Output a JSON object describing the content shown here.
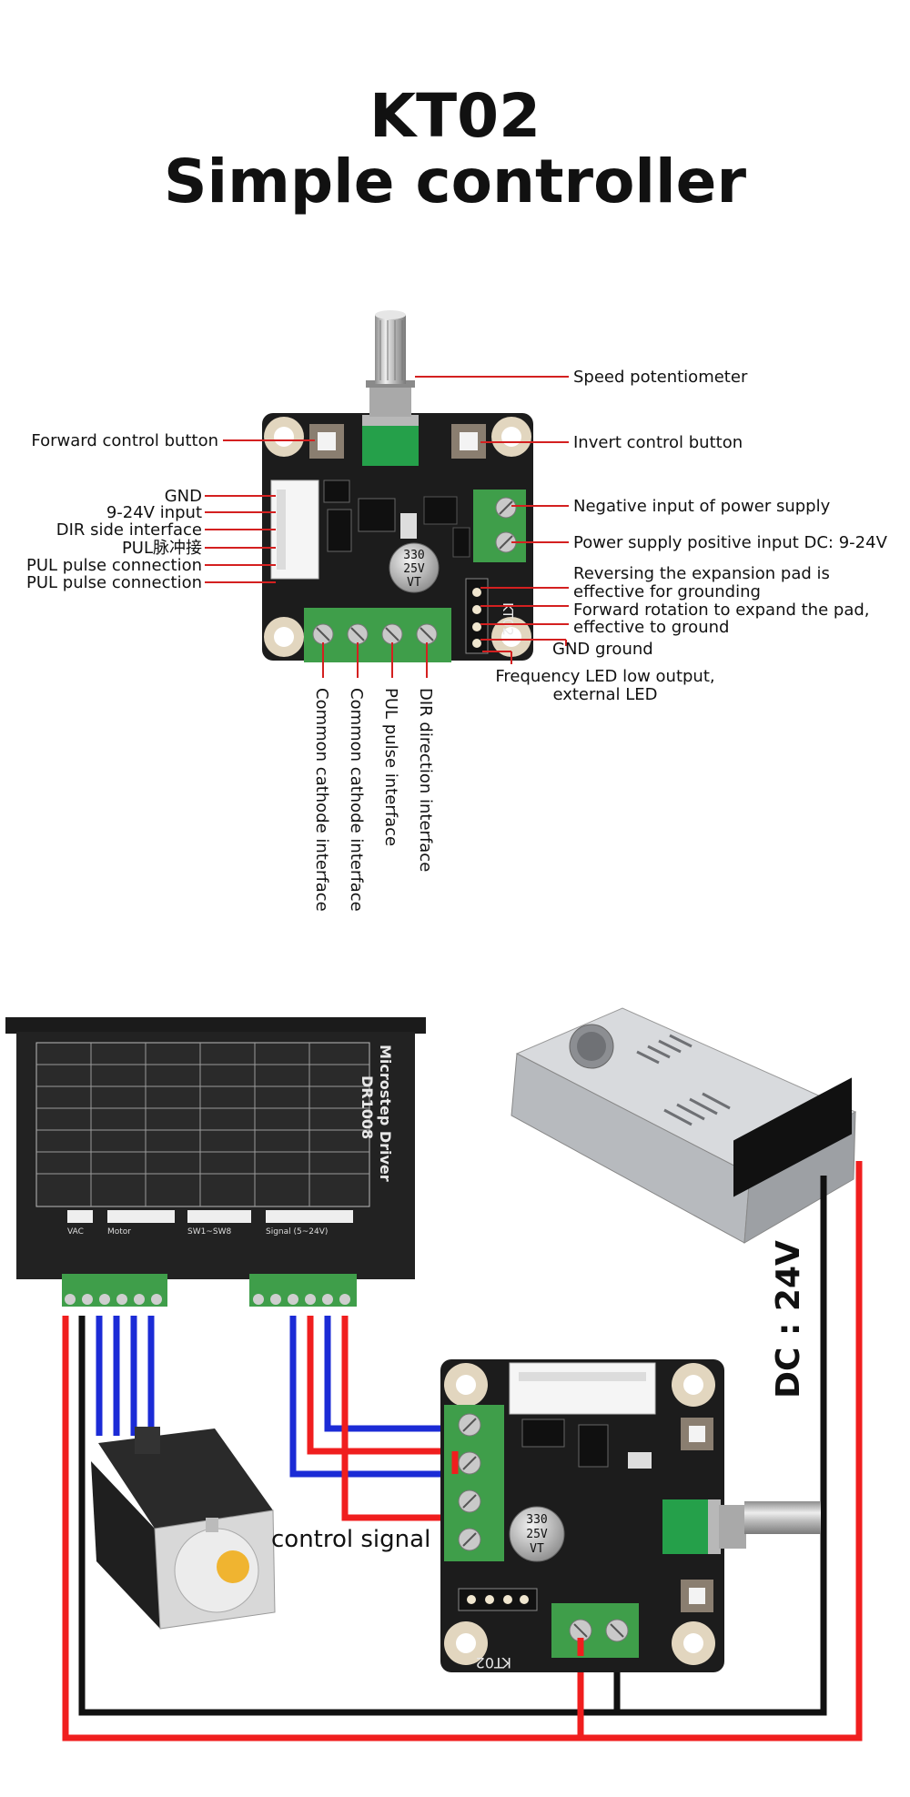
{
  "title": {
    "line1": "KT02",
    "line2": "Simple controller"
  },
  "board_top": {
    "labels": {
      "speed_pot": "Speed potentiometer",
      "forward_btn": "Forward control button",
      "invert_btn": "Invert control button",
      "gnd": "GND",
      "input_9_24": "9-24V input",
      "dir_side": "DIR side interface",
      "pul_cn": "PUL脉冲接",
      "pul_pulse_1": "PUL pulse connection",
      "pul_pulse_2": "PUL pulse connection",
      "neg_power": "Negative input of power supply",
      "pos_power": "Power supply positive input DC: 9-24V",
      "reverse_pad_1": "Reversing the expansion pad is",
      "reverse_pad_2": "effective for grounding",
      "forward_pad_1": "Forward rotation to expand the pad,",
      "forward_pad_2": "effective to ground",
      "gnd_ground": "GND ground",
      "freq_led_1": "Frequency LED low output,",
      "freq_led_2": "external LED",
      "common_cathode_1": "Common cathode interface",
      "common_cathode_2": "Common cathode interface",
      "pul_interface": "PUL pulse interface",
      "dir_interface": "DIR direction interface"
    },
    "capacitor": {
      "line1": "330",
      "line2": "25V",
      "line3": "VT"
    },
    "board_mark": "KT02"
  },
  "wiring": {
    "driver_name": "Microstep Driver",
    "driver_model": "DR1008",
    "driver_sections": [
      "VAC",
      "Motor",
      "SW1~SW8",
      "Signal (5~24V)"
    ],
    "control_signal": "control signal",
    "supply_voltage": "DC : 24V",
    "capacitor": {
      "line1": "330",
      "line2": "25V",
      "line3": "VT"
    },
    "board_mark": "KT02"
  },
  "colors": {
    "board": "#1c1c1c",
    "terminal_green": "#3f9e4a",
    "pot_green": "#25a04a",
    "leader_red": "#d42020",
    "wire_red": "#f01e1e",
    "wire_blue": "#1b2bd6",
    "wire_black": "#111111"
  },
  "icons": [
    "potentiometer-icon",
    "push-button-icon",
    "screw-terminal-icon",
    "capacitor-icon",
    "stepper-motor-icon",
    "power-supply-icon",
    "stepper-driver-icon"
  ]
}
